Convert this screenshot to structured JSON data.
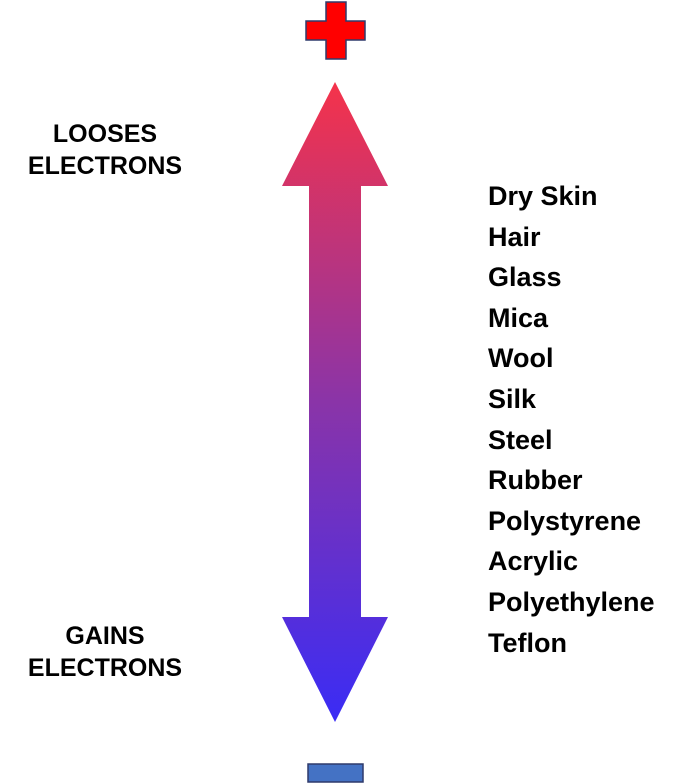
{
  "labels": {
    "top": [
      "LOOSES",
      "ELECTRONS"
    ],
    "bottom": [
      "GAINS",
      "ELECTRONS"
    ]
  },
  "symbols": {
    "top": "plus-sign",
    "bottom": "minus-sign"
  },
  "colors": {
    "positive": "#ff0000",
    "negative": "#4472c4",
    "arrow_top": "#f5334a",
    "arrow_bottom": "#3a2cf5",
    "outline": "#2f3a6b"
  },
  "materials": [
    "Dry Skin",
    "Hair",
    "Glass",
    "Mica",
    "Wool",
    "Silk",
    "Steel",
    "Rubber",
    "Polystyrene",
    "Acrylic",
    "Polyethylene",
    "Teflon"
  ]
}
